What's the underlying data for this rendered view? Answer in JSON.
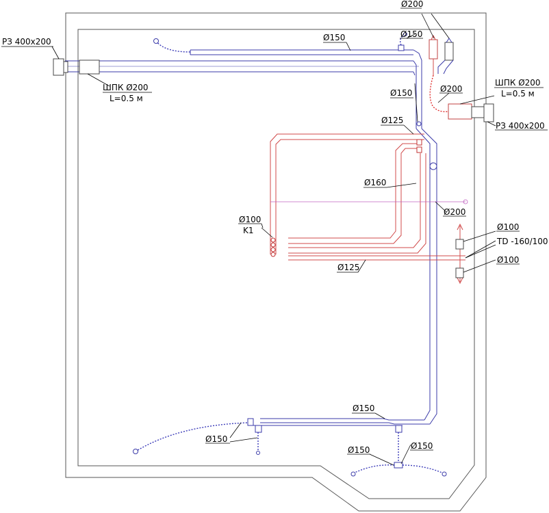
{
  "labels": {
    "top_d200": "Ø200",
    "grille_left": "РЗ 400x200",
    "grille_right": "РЗ 400x200",
    "spk_left_1": "ШПК Ø200",
    "spk_left_2": "L=0.5 м",
    "spk_right_1": "ШПК Ø200",
    "spk_right_2": "L=0.5 м",
    "d150_top_main": "Ø150",
    "d150_top_branch": "Ø150",
    "d150_riser": "Ø150",
    "d200_flex": "Ø200",
    "d125_top": "Ø125",
    "d160": "Ø160",
    "d200_riser": "Ø200",
    "d100_k1": "Ø100",
    "k1": "K1",
    "d100_right_top": "Ø100",
    "td_valve": "TD -160/100",
    "d100_right_bottom": "Ø100",
    "d125_bottom": "Ø125",
    "d150_bottom_main": "Ø150",
    "d150_bottom_left": "Ø150",
    "d150_bottom_mid": "Ø150",
    "d150_bottom_right": "Ø150"
  },
  "colors": {
    "supply_duct": "#3a3aa8",
    "exhaust_duct": "#d04848",
    "walls": "#555555",
    "annotation": "#000000"
  }
}
